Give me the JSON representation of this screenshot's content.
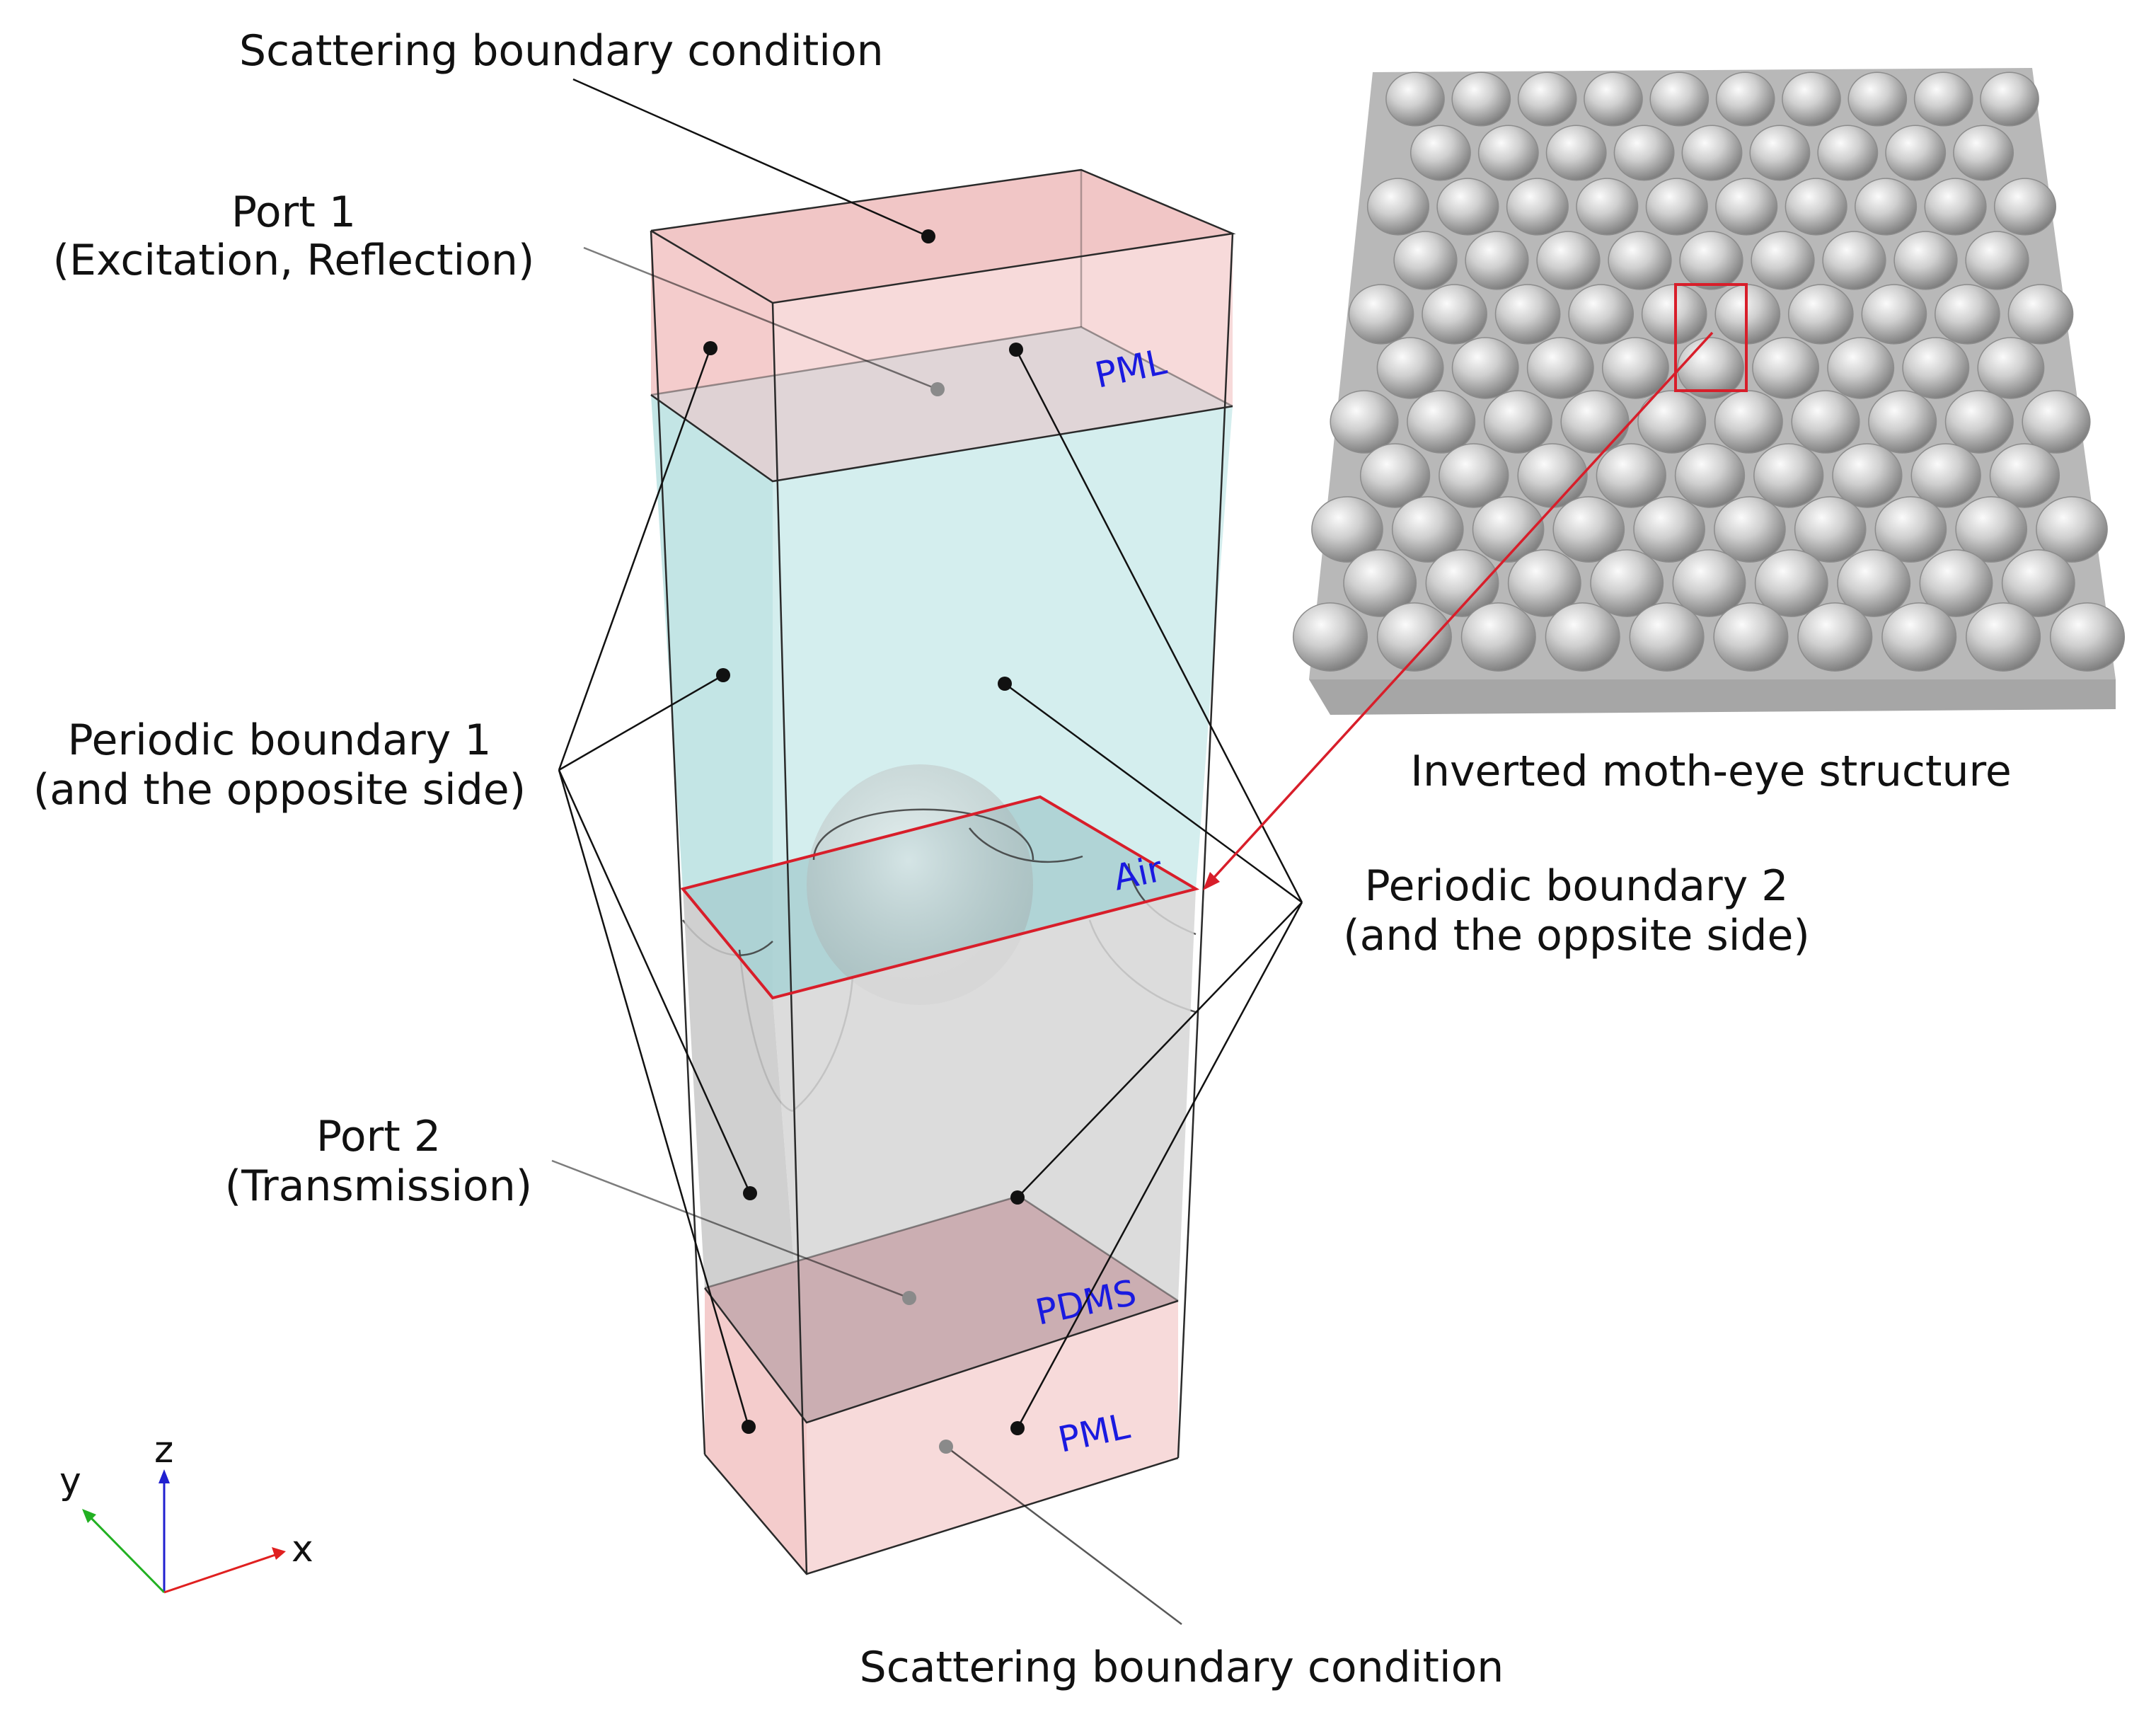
{
  "labels": {
    "scatter_top": "Scattering boundary condition",
    "port1_line1": "Port 1",
    "port1_line2": "(Excitation, Reflection)",
    "periodic1_line1": "Periodic boundary 1",
    "periodic1_line2": "(and the opposite side)",
    "periodic2_line1": "Periodic boundary 2",
    "periodic2_line2": "(and the oppsite side)",
    "port2_line1": "Port 2",
    "port2_line2": "(Transmission)",
    "scatter_bottom": "Scattering boundary condition",
    "inset_caption": "Inverted moth-eye structure"
  },
  "materials": {
    "pml_top": "PML",
    "air": "Air",
    "pdms": "PDMS",
    "pml_bottom": "PML"
  },
  "axes": {
    "x": "x",
    "y": "y",
    "z": "z"
  },
  "colors": {
    "pml": "#f3c9c9",
    "air": "#bfe5e5",
    "pdms": "#c9c9c9",
    "highlight": "#d81e2a",
    "material_text": "#1a1ae0",
    "axis_x": "#e02020",
    "axis_y": "#22b022",
    "axis_z": "#2020d0"
  }
}
